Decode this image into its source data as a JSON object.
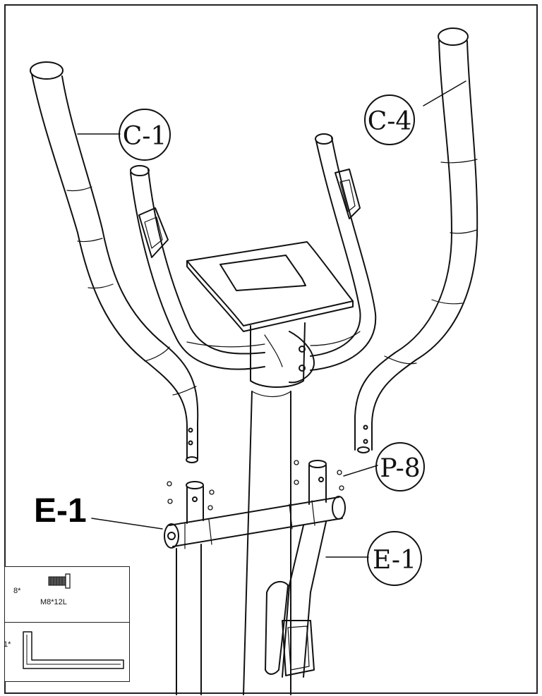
{
  "callouts": {
    "c1": "C-1",
    "c4": "C-4",
    "p8": "P-8",
    "e1_left": "E-1",
    "e1_right": "E-1"
  },
  "hardware": {
    "bolt": {
      "qty": "8*",
      "name": "M8*12L",
      "icon": "bolt-icon"
    },
    "wrench": {
      "qty": "1*",
      "icon": "allen-key-icon"
    }
  },
  "colors": {
    "line": "#111111",
    "background": "#ffffff"
  }
}
